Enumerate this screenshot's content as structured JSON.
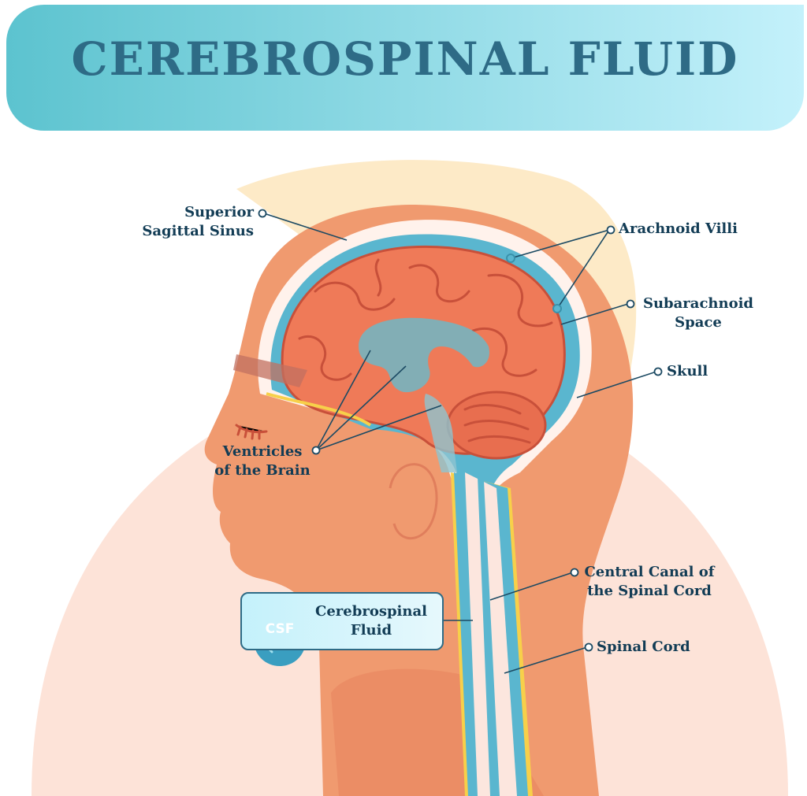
{
  "title": "CEREBROSPINAL FLUID",
  "colors": {
    "banner_start": "#5cc3cf",
    "banner_end": "#c4f1fb",
    "title_text": "#2e6b86",
    "label_text": "#123c55",
    "leader_line": "#1c4a63",
    "skin": "#f09a6f",
    "skin_light": "#f9c9ac",
    "background_pink": "#fde3d8",
    "hair": "#fdeac7",
    "brain": "#ef7a58",
    "brain_dark": "#c8503a",
    "csf_blue": "#5ab6cf",
    "skull_white": "#fff5f0",
    "yellow_line": "#f7d04a"
  },
  "labels": {
    "superior_sagittal_sinus": "Superior\nSagittal Sinus",
    "arachnoid_villi": "Arachnoid Villi",
    "subarachnoid_space": "Subarachnoid\nSpace",
    "skull": "Skull",
    "ventricles": "Ventricles\nof the Brain",
    "central_canal": "Central Canal of\nthe Spinal Cord",
    "spinal_cord": "Spinal Cord"
  },
  "csf_callout": {
    "badge": "CSF",
    "label": "Cerebrospinal\nFluid"
  }
}
